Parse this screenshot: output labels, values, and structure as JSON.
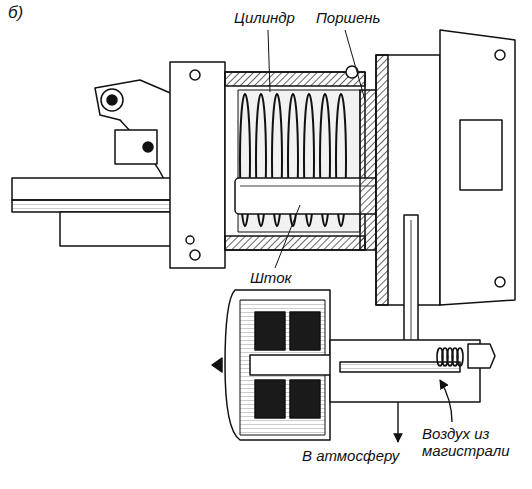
{
  "diagram": {
    "labels": [
      "б)",
      "Цилиндр",
      "Поршень",
      "Шток",
      "В атмосферу",
      "Воздух из магистрали"
    ]
  }
}
